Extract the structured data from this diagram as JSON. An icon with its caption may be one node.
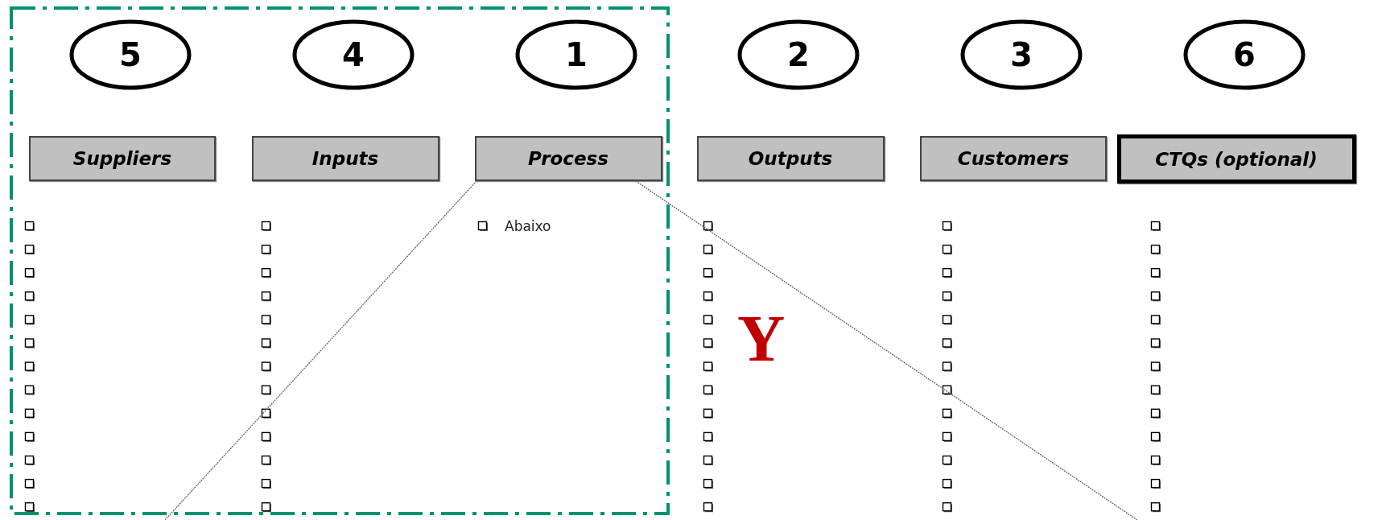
{
  "diagram": {
    "nodes": [
      {
        "text": [],
        "shape": "box"
      },
      {
        "text": [
          "5"
        ],
        "in": 0
      },
      {
        "text": [
          "4"
        ],
        "in": 0
      },
      {
        "text": [
          "1"
        ],
        "in": 0
      },
      {
        "text": [
          "2"
        ]
      },
      {
        "text": [
          "3"
        ]
      },
      {
        "text": [
          "6"
        ]
      },
      {
        "text": [
          "Suppliers"
        ],
        "in": 0
      },
      {
        "text": [
          "Inputs"
        ],
        "in": 0
      },
      {
        "text": [
          "Process"
        ],
        "in": 0
      },
      {
        "text": [
          "Outputs"
        ]
      },
      {
        "text": [
          "Customers"
        ]
      },
      {
        "text": [
          "CTQs (optional)"
        ]
      }
    ],
    "edges": [
      {
        "from": 9,
        "to": null,
        "arrow": "none"
      },
      {
        "from": 9,
        "to": null,
        "arrow": "none"
      }
    ],
    "labels": [
      "Abaixo",
      "Y"
    ]
  }
}
